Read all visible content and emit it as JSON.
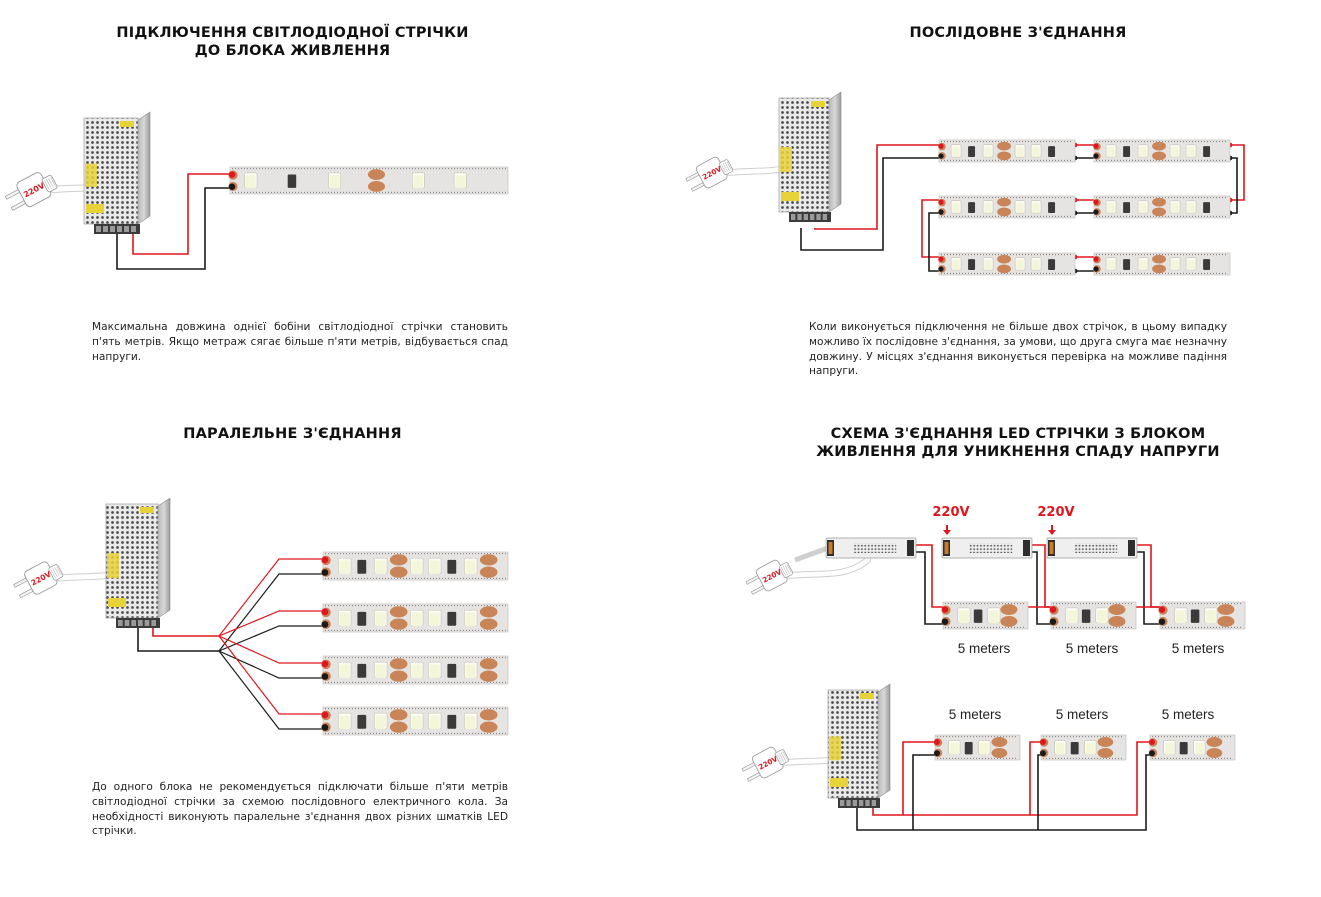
{
  "panels": {
    "single": {
      "title_line1": "ПІДКЛЮЧЕННЯ СВІТЛОДІОДНОЇ СТРІЧКИ",
      "title_line2": "ДО БЛОКА ЖИВЛЕННЯ",
      "description": "Максимальна довжина однієї бобіни світлодіодної стрічки становить п'ять метрів. Якщо метраж сягає більше п'яти метрів, відбувається спад напруги.",
      "plug_label": "220V"
    },
    "series": {
      "title": "ПОСЛІДОВНЕ З'ЄДНАННЯ",
      "description": "Коли виконується підключення не більше двох стрічок, в цьому випадку можливо їх послідовне з'єднання, за умови, що друга смуга має незначну довжину. У місцях з'єднання виконується перевірка на можливе падіння напруги.",
      "plug_label": "220V"
    },
    "parallel": {
      "title": "ПАРАЛЕЛЬНЕ З'ЄДНАННЯ",
      "description": "До одного блока не рекомендується підключати більше п'яти метрів світлодіодної стрічки за схемою послідовного електричного кола. За необхідності виконують паралельне з'єднання двох різних шматків LED стрічки.",
      "plug_label": "220V"
    },
    "voltage_drop": {
      "title_line1": "СХЕМА З'ЄДНАННЯ LED СТРІЧКИ З БЛОКОМ",
      "title_line2": "ЖИВЛЕННЯ ДЛЯ УНИКНЕННЯ СПАДУ НАПРУГИ",
      "top_scheme": {
        "plug_label": "220V",
        "input_labels": [
          "220V",
          "220V"
        ],
        "segment_labels": [
          "5 meters",
          "5 meters",
          "5 meters"
        ]
      },
      "bottom_scheme": {
        "plug_label": "220V",
        "segment_labels": [
          "5 meters",
          "5 meters",
          "5 meters"
        ]
      }
    }
  },
  "colors": {
    "positive_wire": "#e0161e",
    "negative_wire": "#1a1a1a",
    "accent_label": "#e0161e",
    "strip_base": "#e6e4e2",
    "led": "#f4f6da",
    "pad": "#c98457"
  }
}
